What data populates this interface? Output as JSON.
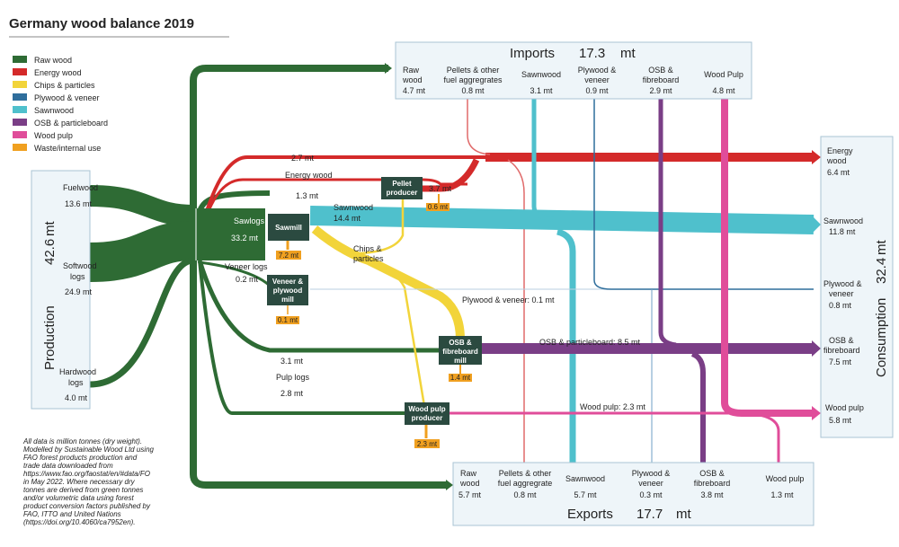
{
  "title": "Germany wood balance 2019",
  "legend": [
    {
      "label": "Raw wood",
      "color": "#2e6b34"
    },
    {
      "label": "Energy wood",
      "color": "#d42a2a"
    },
    {
      "label": "Chips & particles",
      "color": "#f2d43a"
    },
    {
      "label": "Plywood & veneer",
      "color": "#2f6e9c"
    },
    {
      "label": "Sawnwood",
      "color": "#4fc0cc"
    },
    {
      "label": "OSB & particleboard",
      "color": "#7a3e86"
    },
    {
      "label": "Wood pulp",
      "color": "#e04d9a"
    },
    {
      "label": "Waste/internal use",
      "color": "#f0a020"
    }
  ],
  "production": {
    "label": "Production",
    "total": "42.6",
    "unit": "mt",
    "items": [
      {
        "name": "Fuelwood",
        "value": "13.6 mt"
      },
      {
        "name": "Softwood",
        "name2": "logs",
        "value": "24.9 mt"
      },
      {
        "name": "Hardwood",
        "name2": "logs",
        "value": "4.0 mt"
      }
    ]
  },
  "imports": {
    "label": "Imports",
    "total": "17.3",
    "unit": "mt",
    "items": [
      {
        "l1": "Raw",
        "l2": "wood",
        "value": "4.7 mt"
      },
      {
        "l1": "Pellets & other",
        "l2": "fuel aggregrates",
        "value": "0.8 mt"
      },
      {
        "l1": "",
        "l2": "Sawnwood",
        "value": "3.1 mt"
      },
      {
        "l1": "Plywood &",
        "l2": "veneer",
        "value": "0.9 mt"
      },
      {
        "l1": "OSB &",
        "l2": "fibreboard",
        "value": "2.9 mt"
      },
      {
        "l1": "",
        "l2": "Wood Pulp",
        "value": "4.8 mt"
      }
    ]
  },
  "exports": {
    "label": "Exports",
    "total": "17.7",
    "unit": "mt",
    "items": [
      {
        "l1": "Raw",
        "l2": "wood",
        "value": "5.7 mt"
      },
      {
        "l1": "Pellets & other",
        "l2": "fuel aggregrate",
        "value": "0.8 mt"
      },
      {
        "l1": "",
        "l2": "Sawnwood",
        "value": "5.7 mt"
      },
      {
        "l1": "Plywood &",
        "l2": "veneer",
        "value": "0.3 mt"
      },
      {
        "l1": "OSB &",
        "l2": "fibreboard",
        "value": "3.8 mt"
      },
      {
        "l1": "",
        "l2": "Wood pulp",
        "value": "1.3 mt"
      }
    ]
  },
  "consumption": {
    "label": "Consumption",
    "total": "32.4",
    "unit": "mt",
    "items": [
      {
        "l1": "Energy",
        "l2": "wood",
        "value": "6.4 mt"
      },
      {
        "l1": "",
        "l2": "Sawnwood",
        "value": "11.8 mt"
      },
      {
        "l1": "Plywood &",
        "l2": "veneer",
        "value": "0.8 mt"
      },
      {
        "l1": "OSB &",
        "l2": "fibreboard",
        "value": "7.5 mt"
      },
      {
        "l1": "",
        "l2": "Wood pulp",
        "value": "5.8 mt"
      }
    ]
  },
  "processors": {
    "sawmill": "Sawmill",
    "pellet": [
      "Pellet",
      "producer"
    ],
    "veneer": [
      "Veneer &",
      "plywood",
      "mill"
    ],
    "osb": [
      "OSB &",
      "fibreboard",
      "mill"
    ],
    "pulp": [
      "Wood pulp",
      "producer"
    ]
  },
  "waste": {
    "sawmill": "7.2 mt",
    "pellet": "0.6 mt",
    "veneer": "0.1 mt",
    "osb": "1.4 mt",
    "pulp": "2.3 mt"
  },
  "flows": {
    "energy_top": "2.7 mt",
    "energy_wood_label": "Energy wood",
    "energy_wood_value": "1.3 mt",
    "pellet_out": "3.7 mt",
    "sawlogs_label": "Sawlogs",
    "sawlogs_value": "33.2 mt",
    "sawnwood_label": "Sawnwood",
    "sawnwood_value": "14.4 mt",
    "chips_label": [
      "Chips &",
      "particles"
    ],
    "veneer_logs_label": "Veneer logs",
    "veneer_logs_value": "0.2 mt",
    "osb_in": "3.1 mt",
    "pulp_logs_label": "Pulp logs",
    "pulp_logs_value": "2.8 mt",
    "plywood_line": "Plywood & veneer: 0.1 mt",
    "osb_line": "OSB & particleboard: 8.5 mt",
    "pulp_line": "Wood pulp: 2.3 mt"
  },
  "note": [
    "All data is million tonnes (dry weight).",
    "Modelled by Sustainable Wood Ltd using",
    "FAO forest products production and",
    "trade data downloaded from",
    "https://www.fao.org/faostat/en/#data/FO",
    "in May 2022. Where necessary dry",
    "tonnes are derived from green tonnes",
    "and/or volumetric data using forest",
    "product conversion factors published by",
    "FAO, ITTO and United Nations",
    "(https://doi.org/10.4060/ca7952en)."
  ]
}
